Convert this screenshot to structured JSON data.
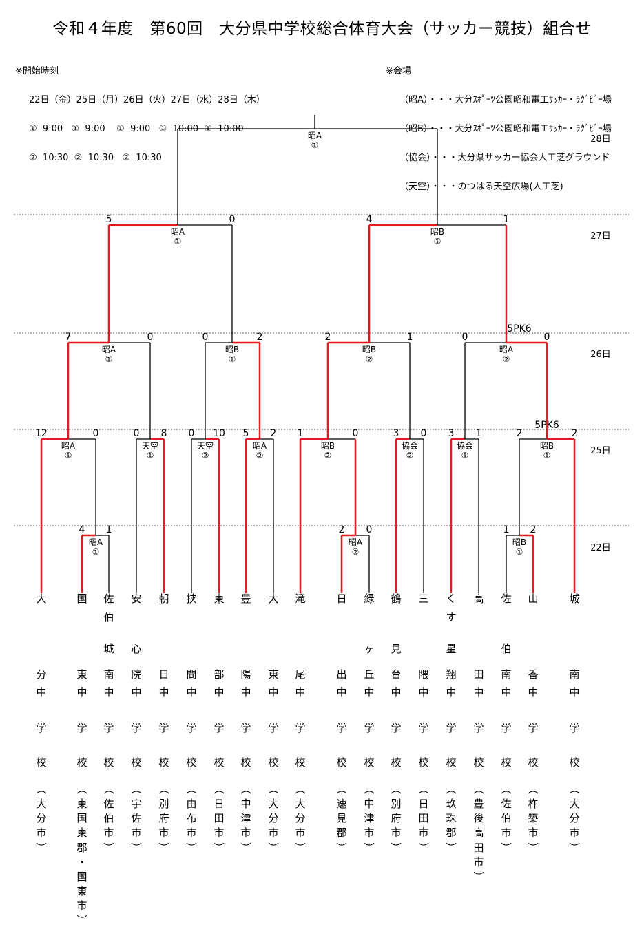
{
  "title": "令和４年度　第60回　大分県中学校総合体育大会（サッカー競技）組合せ",
  "schedule": {
    "heading": "※開始時刻",
    "days_row": "22日（金）25日（月）26日（火）27日（水）28日（木）",
    "slot1_row": "①  9:00   ①  9:00    ①  9:00   ①  10:00  ①  10:00",
    "slot2_row": "②  10:30  ②  10:30   ②  10:30"
  },
  "venues": {
    "heading": "※会場",
    "list": [
      "（昭A）・・・大分ｽﾎﾟｰﾂ公園昭和電工ｻｯｶｰ・ﾗｸﾞﾋﾞｰ場",
      "（昭B）・・・大分ｽﾎﾟｰﾂ公園昭和電工ｻｯｶｰ・ﾗｸﾞﾋﾞｰ場",
      "（協会）・・・大分県サッカー協会人工芝グラウンド",
      "（天空）・・・のつはる天空広場(人工芝)"
    ]
  },
  "round_days": [
    "28日",
    "27日",
    "26日",
    "25日",
    "22日"
  ],
  "teams": [
    [
      "大",
      "",
      "",
      "分",
      "中",
      "学",
      "校",
      "（",
      "大",
      "分",
      "市",
      "）"
    ],
    [
      "国",
      "",
      "",
      "東",
      "中",
      "学",
      "校",
      "（",
      "東",
      "国",
      "東",
      "郡",
      "・",
      "国",
      "東",
      "市",
      "）"
    ],
    [
      "佐",
      "伯",
      "城",
      "南",
      "中",
      "学",
      "校",
      "（",
      "佐",
      "伯",
      "市",
      "）"
    ],
    [
      "安",
      "",
      "心",
      "院",
      "中",
      "学",
      "校",
      "（",
      "宇",
      "佐",
      "市",
      "）"
    ],
    [
      "朝",
      "",
      "",
      "日",
      "中",
      "学",
      "校",
      "（",
      "別",
      "府",
      "市",
      "）"
    ],
    [
      "挟",
      "",
      "",
      "間",
      "中",
      "学",
      "校",
      "（",
      "由",
      "布",
      "市",
      "）"
    ],
    [
      "東",
      "",
      "",
      "部",
      "中",
      "学",
      "校",
      "（",
      "日",
      "田",
      "市",
      "）"
    ],
    [
      "豊",
      "",
      "",
      "陽",
      "中",
      "学",
      "校",
      "（",
      "中",
      "津",
      "市",
      "）"
    ],
    [
      "大",
      "",
      "",
      "東",
      "中",
      "学",
      "校",
      "（",
      "大",
      "分",
      "市",
      "）"
    ],
    [
      "滝",
      "",
      "",
      "尾",
      "中",
      "学",
      "校",
      "（",
      "大",
      "分",
      "市",
      "）"
    ],
    [
      "日",
      "",
      "",
      "出",
      "中",
      "学",
      "校",
      "（",
      "速",
      "見",
      "郡",
      "）"
    ],
    [
      "緑",
      "",
      "ヶ",
      "丘",
      "中",
      "学",
      "校",
      "（",
      "中",
      "津",
      "市",
      "）"
    ],
    [
      "鶴",
      "",
      "見",
      "台",
      "中",
      "学",
      "校",
      "（",
      "別",
      "府",
      "市",
      "）"
    ],
    [
      "三",
      "",
      "",
      "隈",
      "中",
      "学",
      "校",
      "（",
      "日",
      "田",
      "市",
      "）"
    ],
    [
      "く",
      "す",
      "星",
      "翔",
      "中",
      "学",
      "校",
      "（",
      "玖",
      "珠",
      "郡",
      "）"
    ],
    [
      "高",
      "",
      "",
      "田",
      "中",
      "学",
      "校",
      "（",
      "豊",
      "後",
      "高",
      "田",
      "市",
      "）"
    ],
    [
      "佐",
      "",
      "伯",
      "南",
      "中",
      "学",
      "校",
      "（",
      "佐",
      "伯",
      "市",
      "）"
    ],
    [
      "山",
      "",
      "",
      "香",
      "中",
      "学",
      "校",
      "（",
      "杵",
      "築",
      "市",
      "）"
    ],
    [
      "城",
      "",
      "",
      "南",
      "中",
      "学",
      "校",
      "（",
      "大",
      "分",
      "市",
      "）"
    ]
  ],
  "matches": [
    {
      "round": "22日",
      "venue": "昭A",
      "slot": "①",
      "left_score": "4",
      "right_score": "1",
      "pk": ""
    },
    {
      "round": "22日",
      "venue": "昭A",
      "slot": "②",
      "left_score": "2",
      "right_score": "0",
      "pk": ""
    },
    {
      "round": "22日",
      "venue": "昭B",
      "slot": "①",
      "left_score": "1",
      "right_score": "2",
      "pk": ""
    },
    {
      "round": "25日",
      "venue": "昭A",
      "slot": "①",
      "left_score": "12",
      "right_score": "0",
      "pk": ""
    },
    {
      "round": "25日",
      "venue": "天空",
      "slot": "①",
      "left_score": "0",
      "right_score": "8",
      "pk": ""
    },
    {
      "round": "25日",
      "venue": "天空",
      "slot": "②",
      "left_score": "0",
      "right_score": "10",
      "pk": ""
    },
    {
      "round": "25日",
      "venue": "昭A",
      "slot": "②",
      "left_score": "5",
      "right_score": "2",
      "pk": ""
    },
    {
      "round": "25日",
      "venue": "昭B",
      "slot": "②",
      "left_score": "1",
      "right_score": "0",
      "pk": ""
    },
    {
      "round": "25日",
      "venue": "協会",
      "slot": "②",
      "left_score": "3",
      "right_score": "0",
      "pk": ""
    },
    {
      "round": "25日",
      "venue": "協会",
      "slot": "①",
      "left_score": "3",
      "right_score": "1",
      "pk": ""
    },
    {
      "round": "25日",
      "venue": "昭B",
      "slot": "①",
      "left_score": "2",
      "right_score": "2",
      "pk": "5PK6"
    },
    {
      "round": "26日",
      "venue": "昭A",
      "slot": "①",
      "left_score": "7",
      "right_score": "0",
      "pk": ""
    },
    {
      "round": "26日",
      "venue": "昭B",
      "slot": "①",
      "left_score": "0",
      "right_score": "2",
      "pk": ""
    },
    {
      "round": "26日",
      "venue": "昭B",
      "slot": "②",
      "left_score": "2",
      "right_score": "1",
      "pk": ""
    },
    {
      "round": "26日",
      "venue": "昭A",
      "slot": "②",
      "left_score": "0",
      "right_score": "0",
      "pk": "5PK6"
    },
    {
      "round": "27日",
      "venue": "昭A",
      "slot": "①",
      "left_score": "5",
      "right_score": "0",
      "pk": ""
    },
    {
      "round": "27日",
      "venue": "昭B",
      "slot": "①",
      "left_score": "4",
      "right_score": "1",
      "pk": ""
    },
    {
      "round": "28日",
      "venue": "昭A",
      "slot": "①",
      "left_score": "",
      "right_score": "",
      "pk": ""
    }
  ]
}
